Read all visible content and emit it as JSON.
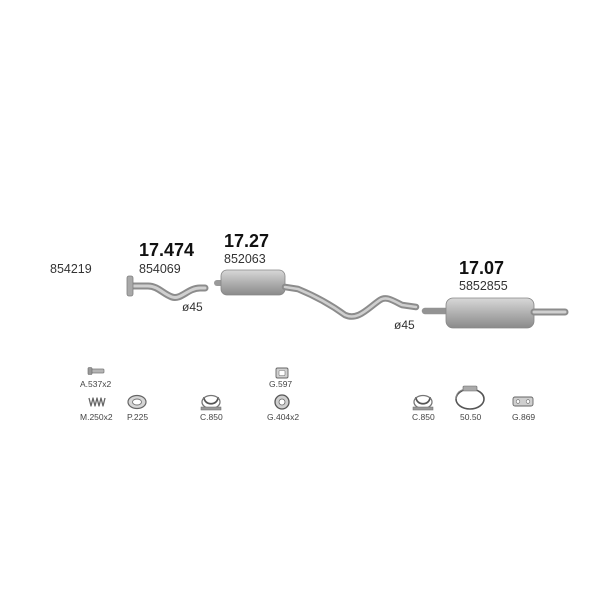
{
  "standalone_code": "854219",
  "parts": [
    {
      "id": "front-pipe",
      "number": "17.474",
      "oem": "854069"
    },
    {
      "id": "center-silencer",
      "number": "17.27",
      "oem": "852063"
    },
    {
      "id": "rear-silencer",
      "number": "17.07",
      "oem": "5852855"
    }
  ],
  "diameters": [
    "ø45",
    "ø45"
  ],
  "accessories": {
    "a537": "A.537x2",
    "m250": "M.250x2",
    "p225": "P.225",
    "c850_left": "C.850",
    "g597": "G.597",
    "g404": "G.404x2",
    "c850_right": "C.850",
    "clamp5050": "50.50",
    "g869": "G.869"
  }
}
